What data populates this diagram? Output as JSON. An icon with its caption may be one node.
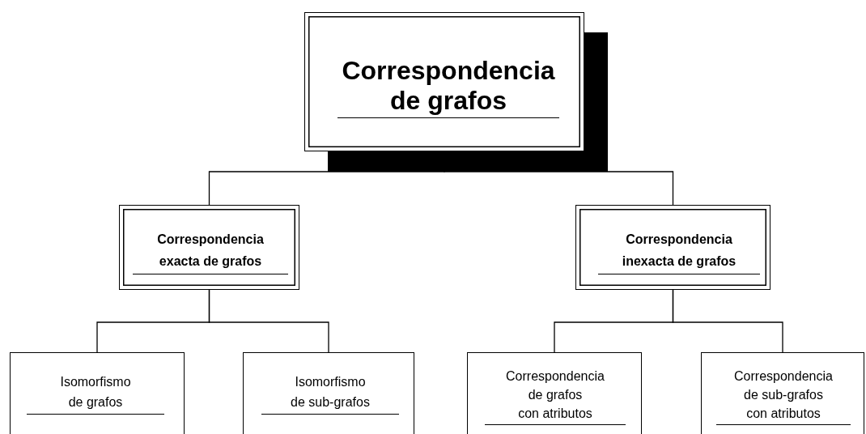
{
  "diagram": {
    "nodes": [
      {
        "text": [
          "Correspondencia de grafos"
        ]
      },
      {
        "text": [
          "Correspondencia exacta de grafos"
        ]
      },
      {
        "text": [
          "Correspondencia inexacta de grafos"
        ]
      },
      {
        "text": [
          "Isomorfismo de grafos"
        ]
      },
      {
        "text": [
          "Isomorfismo de sub-grafos"
        ]
      },
      {
        "text": [
          "Correspondencia de grafos con atributos"
        ]
      },
      {
        "text": [
          "Correspondencia de sub-grafos con atributos"
        ]
      }
    ],
    "edges": [
      {
        "from": 0,
        "to": 1,
        "arrow": "none"
      },
      {
        "from": 0,
        "to": 2,
        "arrow": "none"
      },
      {
        "from": 1,
        "to": 3,
        "arrow": "none"
      },
      {
        "from": 1,
        "to": 4,
        "arrow": "none"
      },
      {
        "from": 2,
        "to": 5,
        "arrow": "none"
      },
      {
        "from": 2,
        "to": 6,
        "arrow": "none"
      }
    ]
  }
}
